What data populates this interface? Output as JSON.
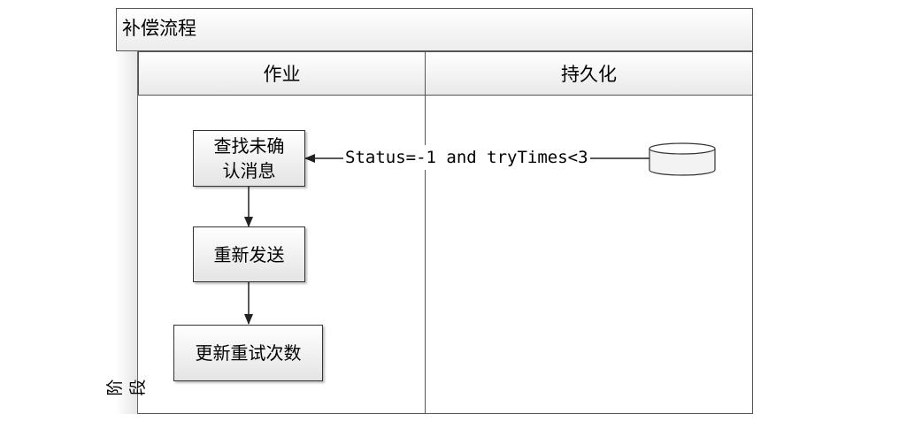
{
  "diagram": {
    "pool_title": "补偿流程",
    "stage_label": "阶段",
    "lanes": [
      {
        "label": "作业"
      },
      {
        "label": "持久化"
      }
    ],
    "steps": [
      {
        "line1": "查找未确",
        "line2": "认消息"
      },
      {
        "label": "重新发送"
      },
      {
        "label": "更新重试次数"
      }
    ],
    "condition": "Status=-1 and tryTimes<3"
  }
}
